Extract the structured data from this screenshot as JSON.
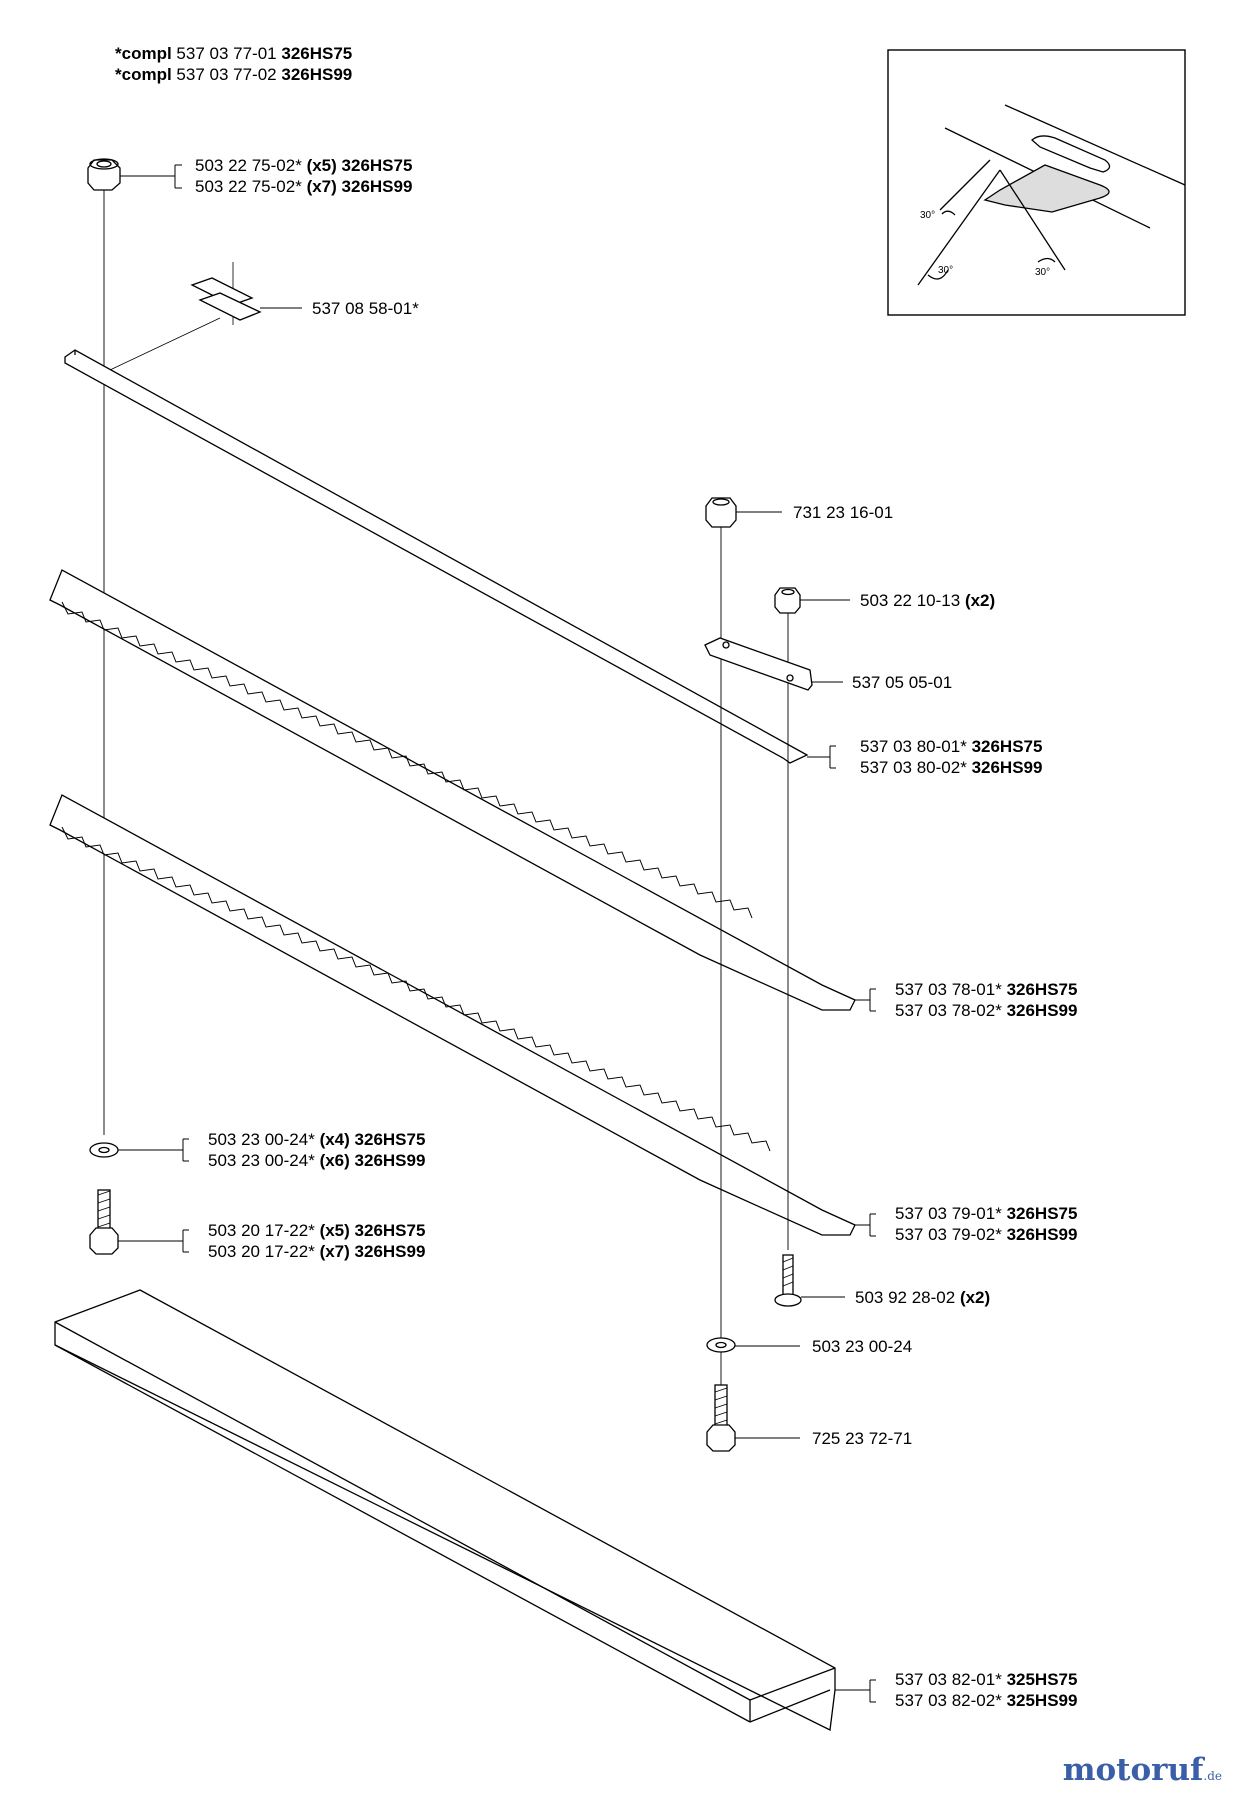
{
  "header": {
    "lines": [
      {
        "prefix": "*compl",
        "part": "537 03 77-01",
        "model": "326HS75"
      },
      {
        "prefix": "*compl",
        "part": "537 03 77-02",
        "model": "326HS99"
      }
    ]
  },
  "callouts": {
    "nut_top": {
      "l1": {
        "part": "503 22 75-02*",
        "qty": "(x5)",
        "model": "326HS75"
      },
      "l2": {
        "part": "503 22 75-02*",
        "qty": "(x7)",
        "model": "326HS99"
      }
    },
    "clip": {
      "l1": {
        "part": "537 08 58-01*"
      }
    },
    "nut_right": {
      "l1": {
        "part": "731 23 16-01"
      }
    },
    "nut_small": {
      "l1": {
        "part": "503 22 10-13",
        "qty": "(x2)"
      }
    },
    "link": {
      "l1": {
        "part": "537 05 05-01"
      }
    },
    "bar": {
      "l1": {
        "part": "537 03 80-01*",
        "model": "326HS75"
      },
      "l2": {
        "part": "537 03 80-02*",
        "model": "326HS99"
      }
    },
    "blade_upper": {
      "l1": {
        "part": "537 03 78-01*",
        "model": "326HS75"
      },
      "l2": {
        "part": "537 03 78-02*",
        "model": "326HS99"
      }
    },
    "washer_left": {
      "l1": {
        "part": "503 23 00-24*",
        "qty": "(x4)",
        "model": "326HS75"
      },
      "l2": {
        "part": "503 23 00-24*",
        "qty": "(x6)",
        "model": "326HS99"
      }
    },
    "screw_left": {
      "l1": {
        "part": "503 20 17-22*",
        "qty": "(x5)",
        "model": "326HS75"
      },
      "l2": {
        "part": "503 20 17-22*",
        "qty": "(x7)",
        "model": "326HS99"
      }
    },
    "blade_lower": {
      "l1": {
        "part": "537 03 79-01*",
        "model": "326HS75"
      },
      "l2": {
        "part": "537 03 79-02*",
        "model": "326HS99"
      }
    },
    "screw_right": {
      "l1": {
        "part": "503 92 28-02",
        "qty": "(x2)"
      }
    },
    "washer_right": {
      "l1": {
        "part": "503 23 00-24"
      }
    },
    "bolt_right": {
      "l1": {
        "part": "725 23 72-71"
      }
    },
    "guard": {
      "l1": {
        "part": "537 03 82-01*",
        "model": "325HS75"
      },
      "l2": {
        "part": "537 03 82-02*",
        "model": "325HS99"
      }
    }
  },
  "detail": {
    "angle_a": "30°",
    "angle_b": "30°",
    "angle_c": "30°"
  },
  "watermark": {
    "name": "motoruf",
    "tld": ".de"
  }
}
